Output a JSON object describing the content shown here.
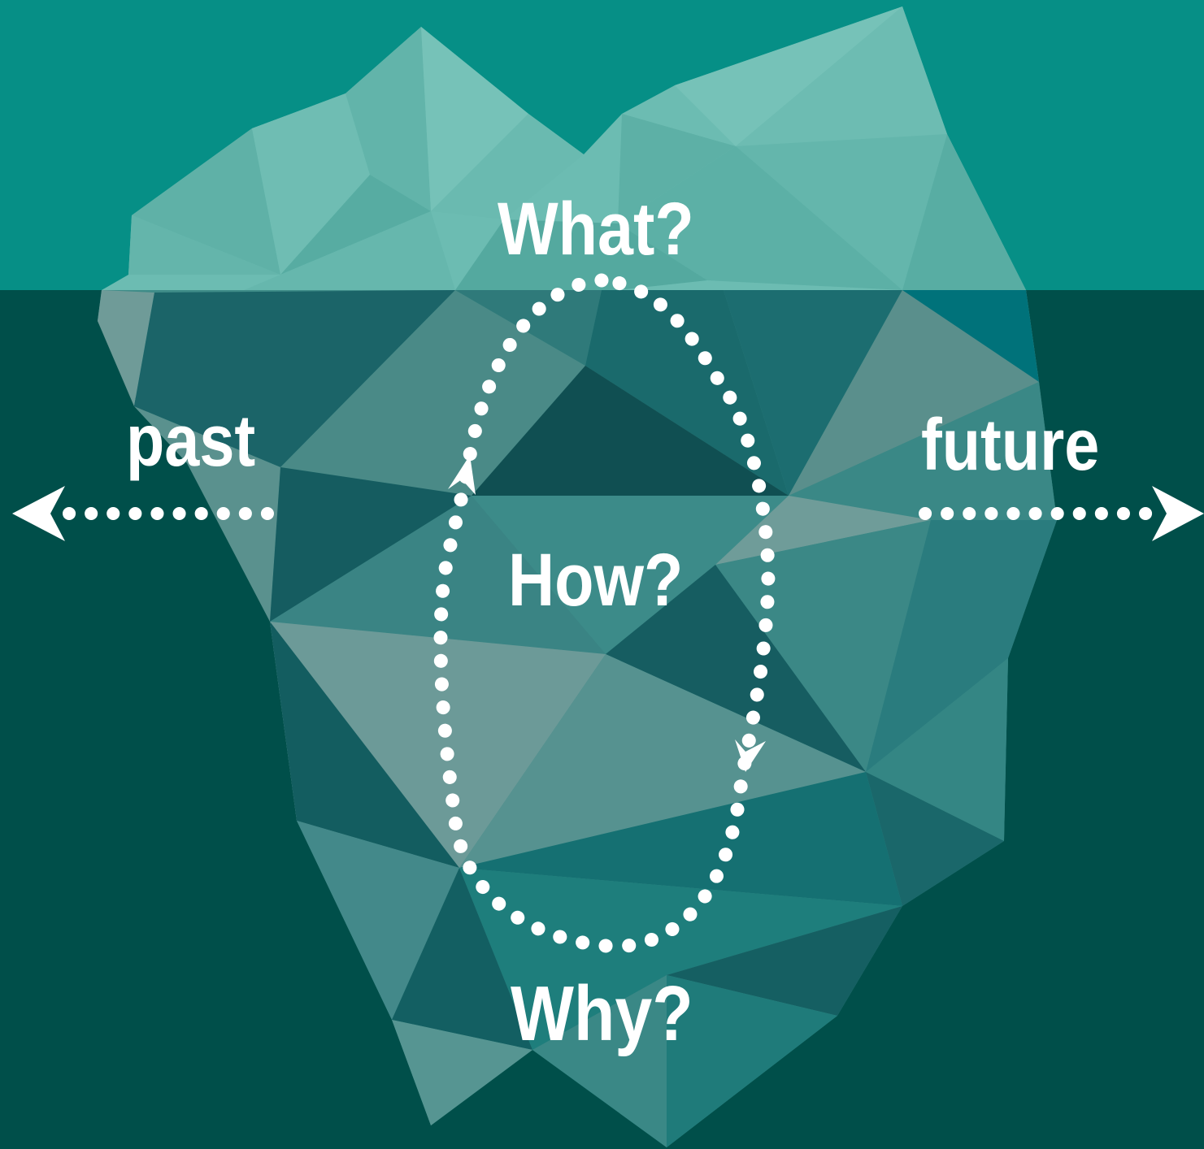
{
  "colors": {
    "sky": "#068f86",
    "sea": "#004f4a",
    "ice_light": "#6cbcb2",
    "ice_mid": "#3f8c88",
    "ice_dark": "#155e5f",
    "marks": "#ffffff"
  },
  "labels": {
    "what": "What?",
    "how": "How?",
    "why": "Why?",
    "past": "past",
    "future": "future"
  },
  "icons": {
    "cycle": "dotted-cycle-arrows-icon",
    "timeline_left": "dotted-arrow-left-icon",
    "timeline_right": "dotted-arrow-right-icon"
  }
}
